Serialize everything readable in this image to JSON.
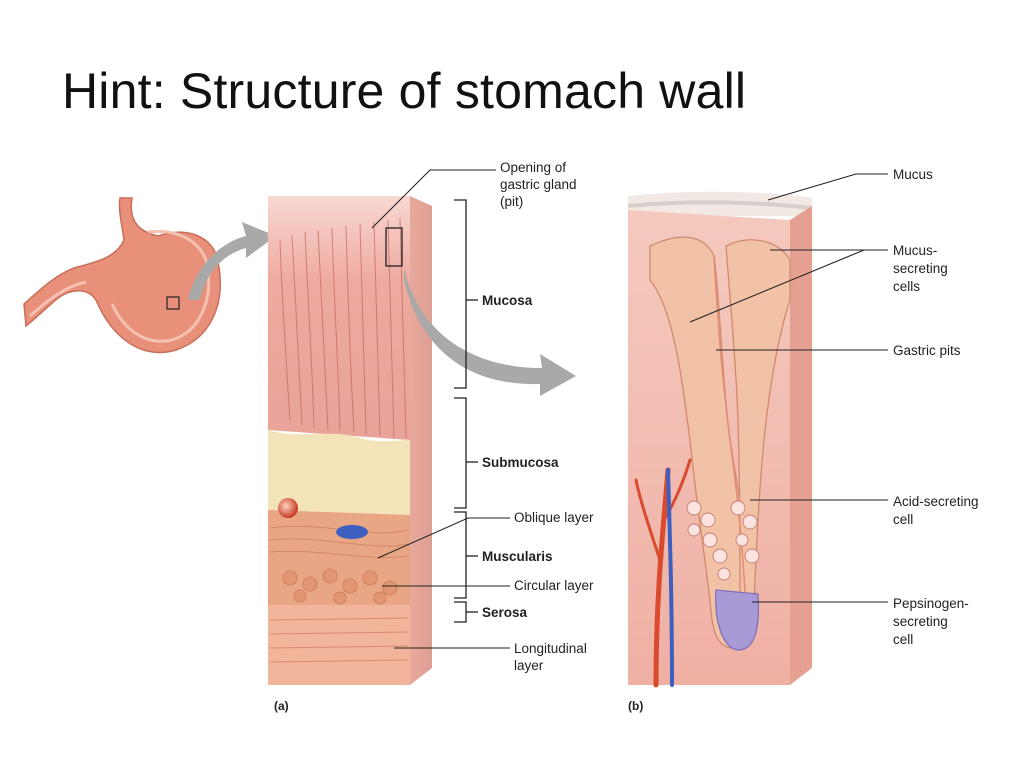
{
  "slide": {
    "title": "Hint: Structure of stomach wall"
  },
  "panel_a": {
    "label": "(a)",
    "callouts": {
      "gland_opening": [
        "Opening of",
        "gastric gland",
        "(pit)"
      ],
      "oblique": "Oblique layer",
      "circular": "Circular layer",
      "longitudinal": [
        "Longitudinal",
        "layer"
      ]
    },
    "layers": {
      "mucosa": "Mucosa",
      "submucosa": "Submucosa",
      "muscularis": "Muscularis",
      "serosa": "Serosa"
    }
  },
  "panel_b": {
    "label": "(b)",
    "callouts": {
      "mucus": "Mucus",
      "mucus_cells": [
        "Mucus-",
        "secreting",
        "cells"
      ],
      "gastric_pits": "Gastric pits",
      "acid_cell": [
        "Acid-secreting",
        "cell"
      ],
      "pepsinogen_cell": [
        "Pepsinogen-",
        "secreting",
        "cell"
      ]
    }
  },
  "colors": {
    "mucosa": "#eeaaa0",
    "submucosa": "#f3e3b8",
    "muscularis": "#e9a684",
    "serosa": "#f0b59a",
    "arrow": "#a9a9a9",
    "artery": "#d94a2e",
    "vein": "#3d5fc0",
    "pepsinogen": "#a79ad6"
  }
}
